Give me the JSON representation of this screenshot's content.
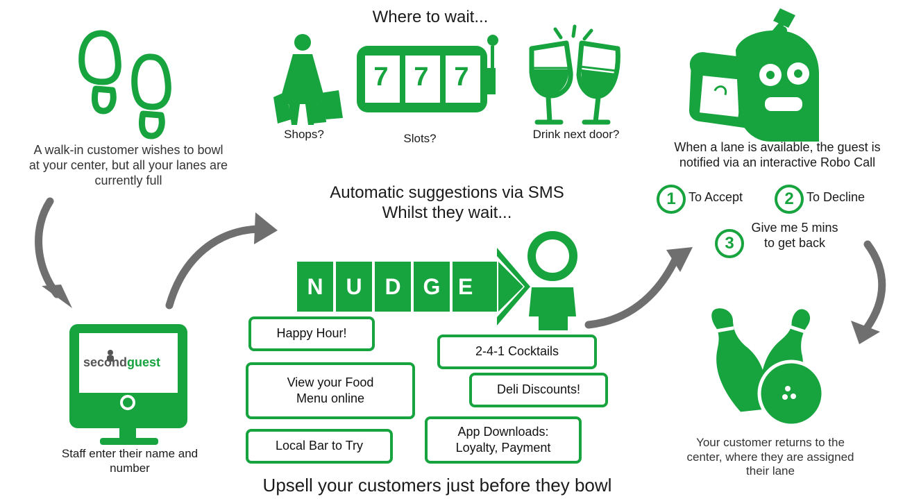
{
  "header": {
    "where_to_wait": "Where to wait..."
  },
  "wait_options": {
    "shops": "Shops?",
    "slots": "Slots?",
    "drink": "Drink next door?"
  },
  "slot_reels": [
    "7",
    "7",
    "7"
  ],
  "steps": {
    "walk_in": [
      "A walk-in customer wishes to bowl",
      "at your center, but all your lanes are",
      "currently full"
    ],
    "staff": [
      "Staff enter their name and",
      "number"
    ],
    "robo_call": [
      "When a lane is available, the guest is",
      "notified via an interactive Robo Call"
    ],
    "returns": [
      "Your customer returns to the",
      "center, where they are assigned",
      "their lane"
    ]
  },
  "sms": {
    "line1": "Automatic suggestions via SMS",
    "line2": "Whilst they wait..."
  },
  "nudge_letters": [
    "N",
    "U",
    "D",
    "G",
    "E"
  ],
  "monitor": {
    "brand_part1": "second",
    "brand_part2": "guest"
  },
  "options": [
    {
      "number": "1",
      "label": "To Accept"
    },
    {
      "number": "2",
      "label": "To Decline"
    },
    {
      "number": "3",
      "label": "Give me 5 mins",
      "label2": "to get back"
    }
  ],
  "suggestions": {
    "happy_hour": "Happy Hour!",
    "food_menu_1": "View your Food",
    "food_menu_2": "Menu online",
    "local_bar": "Local Bar to Try",
    "cocktails": "2-4-1 Cocktails",
    "deli": "Deli Discounts!",
    "app_1": "App Downloads:",
    "app_2": "Loyalty, Payment"
  },
  "footer": "Upsell your customers just before they bowl",
  "colors": {
    "accent": "#17a33e",
    "arrow": "#6f6f6f"
  }
}
